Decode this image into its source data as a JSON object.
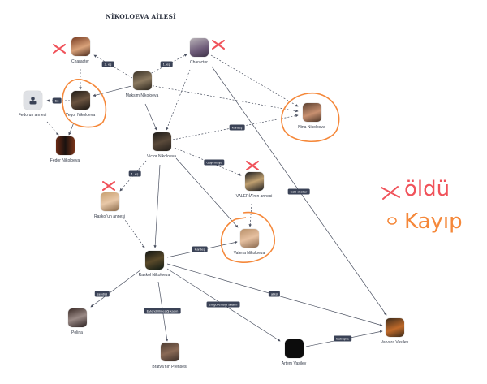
{
  "title": "NİKOLOEVA AİLESİ",
  "nodes": {
    "char1": "Character",
    "char2": "Character",
    "maksim": "Maksim Nikoloeva",
    "fedorun_annesi": "Fedorun annesi",
    "yegor": "Yegor Nikoloeva",
    "fedor": "Fedor Nikoloeva",
    "nina": "Nina Nikoloeva",
    "victor": "Victor Nikoloeva",
    "valeria_annesi": "VALERİA'nın annesi",
    "raskol_annesi": "Raskol'un annesi",
    "valeria": "Valeria Nikoloeva",
    "raskol": "Raskol Nikoloeva",
    "polina": "Polina",
    "bratva": "Bratva'nın Prensesi",
    "artem": "Artem Vasilev",
    "varvara": "Varvara Vasilev"
  },
  "edge_labels": {
    "e1": "2. eş",
    "e2": "1. eş",
    "e3": "Ex",
    "e4": "Kardeş",
    "e5": "Gayirmaya",
    "e6": "1. eş",
    "e7": "Eski dostlar",
    "e8": "Kardeş",
    "e9": "sevdiği",
    "e10": "Evlendirilmesiği kadın",
    "e11": "en güvendiği adamı",
    "e12": "abisi",
    "e13": "Babuşka"
  },
  "legend": {
    "dead_symbol": "×",
    "dead_label": "öldü",
    "missing_symbol": "o",
    "missing_label": "Kayıp"
  },
  "colors": {
    "dead": "#f0525a",
    "missing": "#f5883a",
    "edge": "#4a5060",
    "label_bg": "#3a4256"
  }
}
